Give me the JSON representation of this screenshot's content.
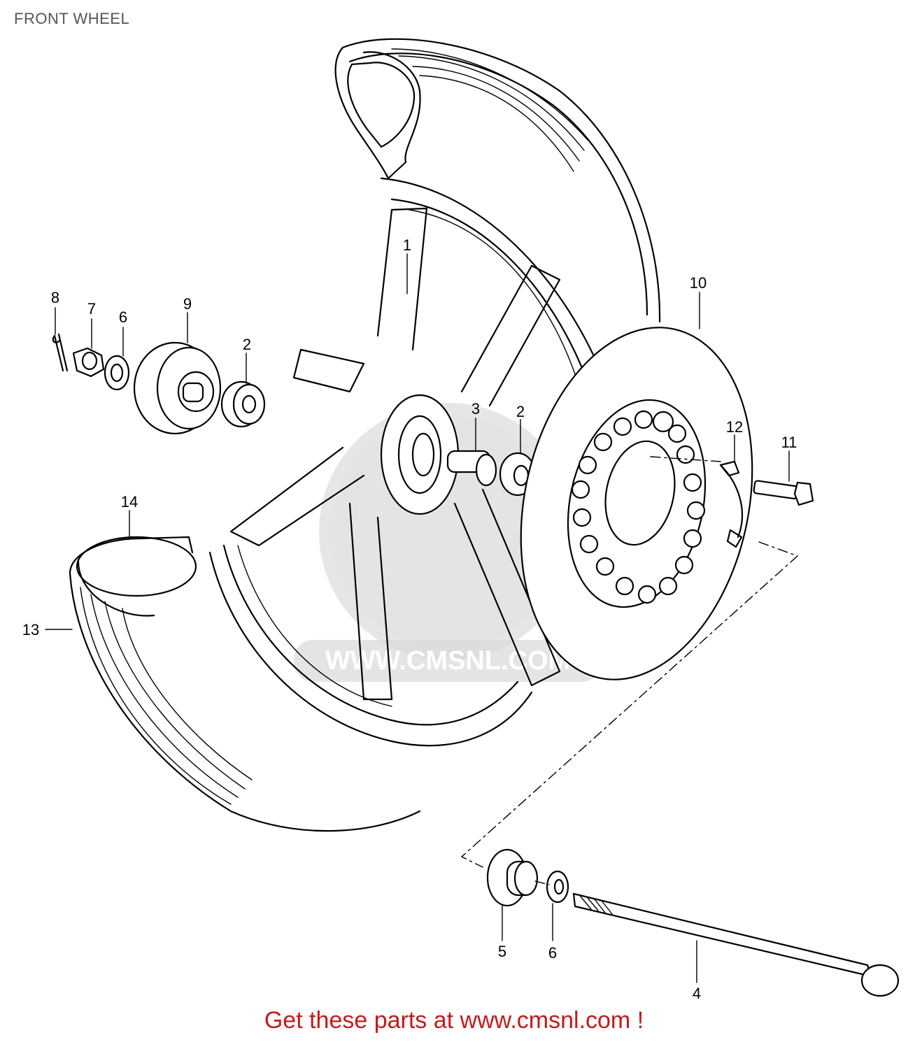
{
  "title": "FRONT WHEEL",
  "footer": "Get these parts at www.cmsnl.com !",
  "watermark_text": "WWW.CMSNL.COM",
  "colors": {
    "footer": "#c41a1a",
    "title": "#555555",
    "line": "#000000"
  },
  "callouts": {
    "c1": "1",
    "c2a": "2",
    "c2b": "2",
    "c3": "3",
    "c4": "4",
    "c5": "5",
    "c6a": "6",
    "c6b": "6",
    "c7": "7",
    "c8": "8",
    "c9": "9",
    "c10": "10",
    "c11": "11",
    "c12": "12",
    "c13": "13",
    "c14": "14"
  }
}
